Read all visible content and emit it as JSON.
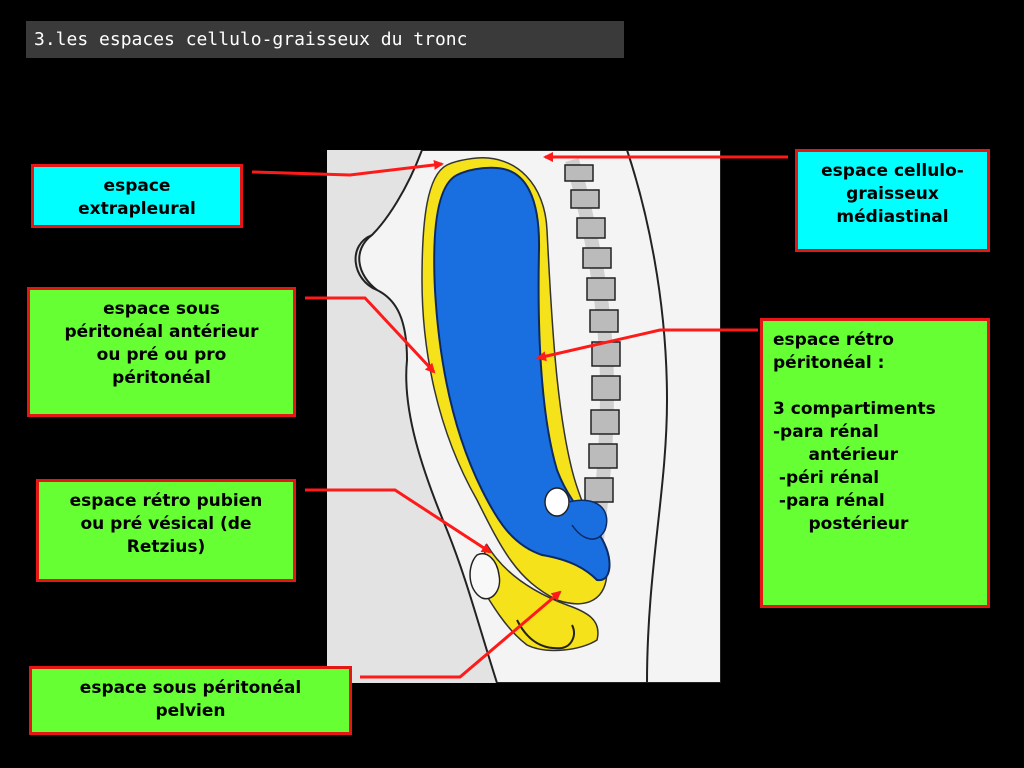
{
  "title": "3.les espaces cellulo-graisseux du tronc",
  "labels": {
    "extrapleural": [
      "espace",
      "extrapleural"
    ],
    "mediastinal": [
      "espace cellulo-",
      "graisseux",
      "médiastinal"
    ],
    "sous_peritoneal_anterieur": [
      "espace sous",
      "péritonéal antérieur",
      "ou pré ou pro",
      "péritonéal"
    ],
    "retro_peritoneal": [
      "espace rétro",
      "péritonéal :",
      "",
      "3 compartiments",
      "-para rénal",
      "      antérieur",
      " -péri rénal",
      " -para rénal",
      "      postérieur"
    ],
    "retro_pubien": [
      "espace rétro pubien",
      "ou pré  vésical (de",
      "Retzius)"
    ],
    "sous_peritoneal_pelvien": [
      "espace sous péritonéal",
      "pelvien"
    ]
  },
  "colors": {
    "background": "#000000",
    "title_bar": "#3a3a3a",
    "cyan_box": "#00ffff",
    "green_box": "#66ff33",
    "box_border": "#e41616",
    "arrow": "#ff1a1a",
    "organ_blue": "#1a6fe0",
    "fat_yellow": "#f5e21a"
  }
}
